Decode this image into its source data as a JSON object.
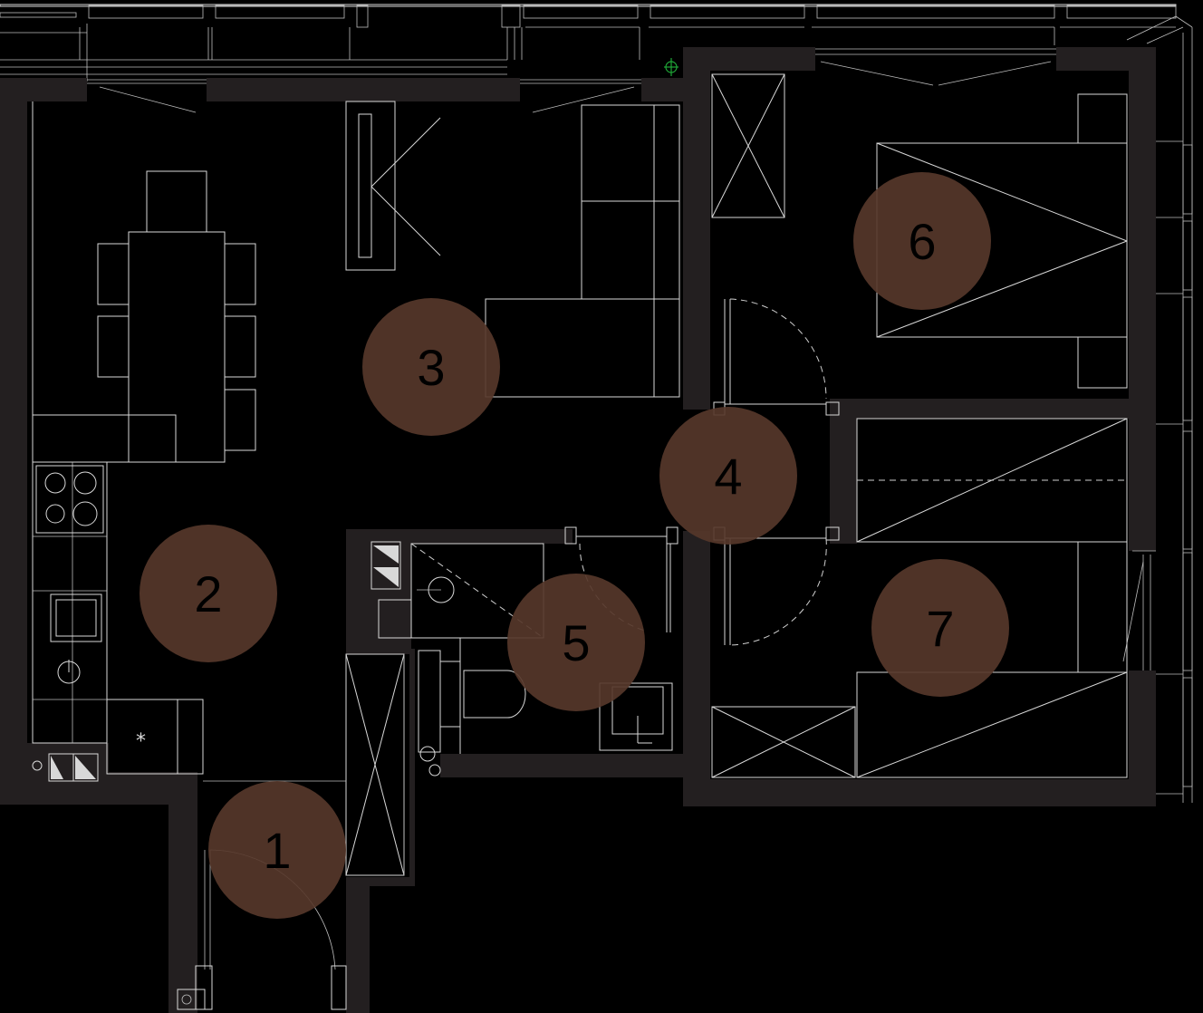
{
  "plan": {
    "background_color": "#000000",
    "wall_color": "#231f20",
    "line_color": "#d8d8d8",
    "marker_color": "#56372a",
    "marker_text_color": "#000000"
  },
  "room_markers": [
    {
      "label": "1"
    },
    {
      "label": "2"
    },
    {
      "label": "3"
    },
    {
      "label": "4"
    },
    {
      "label": "5"
    },
    {
      "label": "6"
    },
    {
      "label": "7"
    }
  ],
  "symbols": {
    "fridge_mark": "*"
  },
  "icons": [
    "ventilation-shaft-icon",
    "stove-icon",
    "kitchen-sink-icon",
    "toilet-icon",
    "washbasin-icon",
    "shower-icon",
    "survey-point-icon"
  ]
}
